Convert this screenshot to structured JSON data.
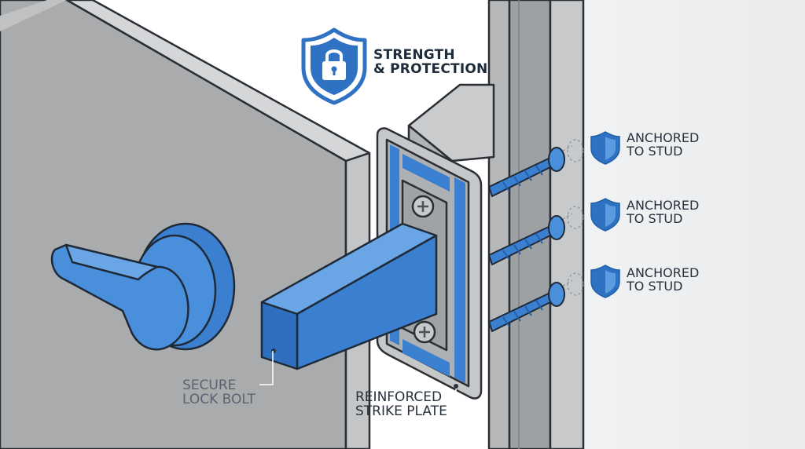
{
  "header": {
    "title_line1": "STRENGTH",
    "title_line2": "& PROTECTION",
    "icon": "shield-lock-icon"
  },
  "callouts": {
    "bolt": {
      "line1": "SECURE",
      "line2": "LOCK BOLT"
    },
    "strike": {
      "line1": "REINFORCED",
      "line2": "STRIKE PLATE"
    }
  },
  "anchors": [
    {
      "line1": "ANCHORED",
      "line2": "TO STUD",
      "icon": "shield-icon"
    },
    {
      "line1": "ANCHORED",
      "line2": "TO STUD",
      "icon": "shield-icon"
    },
    {
      "line1": "ANCHORED",
      "line2": "TO STUD",
      "icon": "shield-icon"
    }
  ],
  "colors": {
    "accent_blue": "#3a7fd0",
    "dark_blue": "#1f5fa8",
    "door_gray": "#a9abad",
    "frame_gray": "#9ea1a4",
    "outline": "#2b2f34"
  }
}
